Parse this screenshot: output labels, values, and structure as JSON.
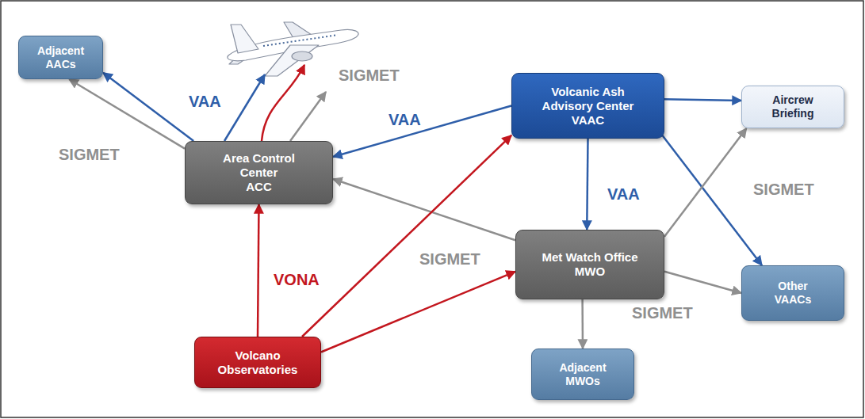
{
  "diagram": {
    "nodes": [
      {
        "text": [
          "Adjacent AACs"
        ]
      },
      {
        "text": [
          "Volcanic Ash Advisory Center",
          "VAAC"
        ]
      },
      {
        "text": [
          "Aircrew Briefing"
        ]
      },
      {
        "text": [
          "Area Control Center",
          "ACC"
        ]
      },
      {
        "text": [
          "Met Watch Office",
          "MWO"
        ]
      },
      {
        "text": [
          "Other VAACs"
        ]
      },
      {
        "text": [
          "Volcano Observatories"
        ]
      },
      {
        "text": [
          "Adjacent MWOs"
        ]
      }
    ],
    "edges": [
      {
        "from": 3,
        "to": 0,
        "arrow": "to",
        "label": "SIGMET"
      },
      {
        "from": 3,
        "to": 0,
        "arrow": "to",
        "label": "VAA"
      },
      {
        "from": 1,
        "to": 3,
        "arrow": "to",
        "label": "VAA"
      },
      {
        "from": 1,
        "to": 2,
        "arrow": "to"
      },
      {
        "from": 1,
        "to": 4,
        "arrow": "to",
        "label": "VAA"
      },
      {
        "from": 1,
        "to": 5,
        "arrow": "to"
      },
      {
        "from": 4,
        "to": 3,
        "arrow": "to",
        "label": "SIGMET"
      },
      {
        "from": 4,
        "to": 2,
        "arrow": "to",
        "label": "SIGMET"
      },
      {
        "from": 4,
        "to": 5,
        "arrow": "to",
        "label": "SIGMET"
      },
      {
        "from": 4,
        "to": 7,
        "arrow": "to"
      },
      {
        "from": 6,
        "to": 3,
        "arrow": "to",
        "label": "VONA"
      },
      {
        "from": 6,
        "to": 1,
        "arrow": "to"
      },
      {
        "from": 6,
        "to": 4,
        "arrow": "to"
      }
    ],
    "labels": [
      "SIGMET"
    ]
  }
}
